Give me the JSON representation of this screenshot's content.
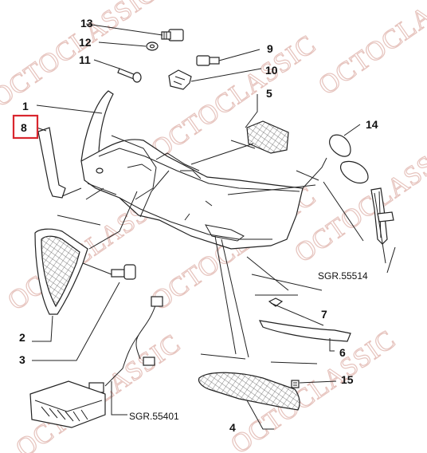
{
  "watermark": "OCTOCLASSIC",
  "callouts": [
    "1",
    "2",
    "3",
    "4",
    "5",
    "6",
    "7",
    "8",
    "9",
    "10",
    "11",
    "12",
    "13",
    "14",
    "15"
  ],
  "references": {
    "headlamp_washer": "SGR.55514",
    "fog_lamp": "SGR.55401"
  },
  "highlight": {
    "callout": "8",
    "color": "#d9262e"
  },
  "colors": {
    "line": "#222222",
    "watermark": "#e6c3bd"
  }
}
